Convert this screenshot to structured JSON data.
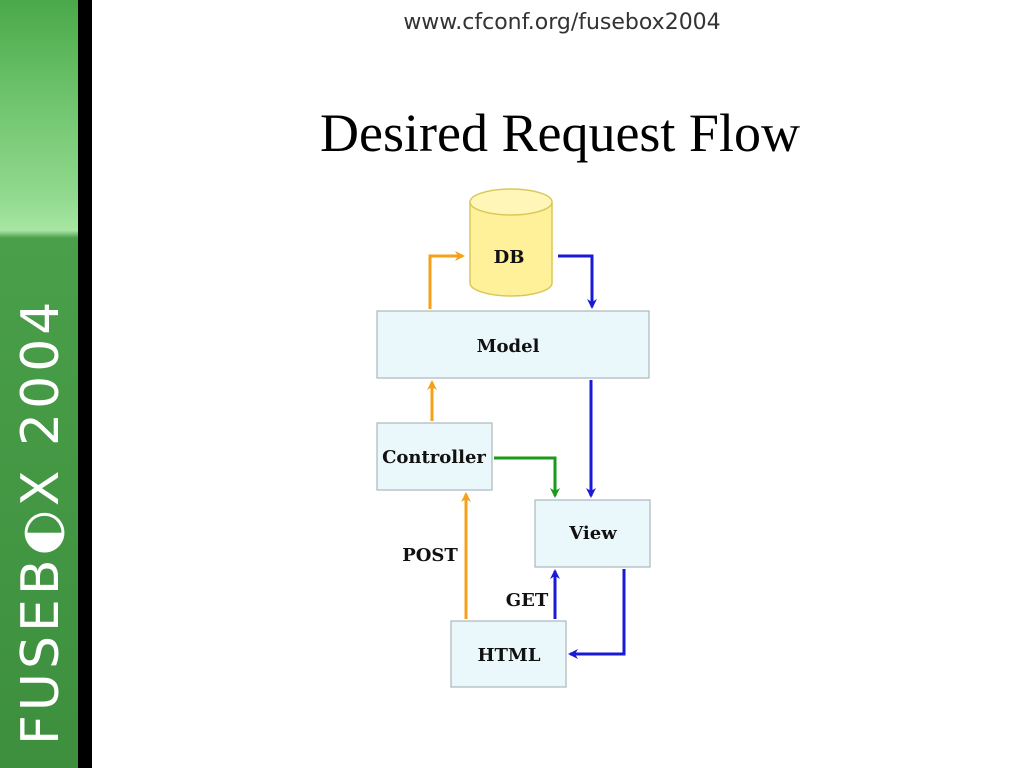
{
  "header": {
    "url": "www.cfconf.org/fusebox2004"
  },
  "slide": {
    "title": "Desired Request Flow"
  },
  "sidebar": {
    "logo_text": "FUSEB◐X 2004"
  },
  "diagram": {
    "nodes": {
      "db": "DB",
      "model": "Model",
      "controller": "Controller",
      "view": "View",
      "html": "HTML"
    },
    "edge_labels": {
      "post": "POST",
      "get": "GET"
    }
  },
  "colors": {
    "orange_arrow": "#f5a01a",
    "blue_arrow": "#1a1ad6",
    "green_arrow": "#1a9a1a",
    "box_fill": "#eaf7fb",
    "db_fill": "#fff19a",
    "sidebar_green": "#4aa84a"
  }
}
